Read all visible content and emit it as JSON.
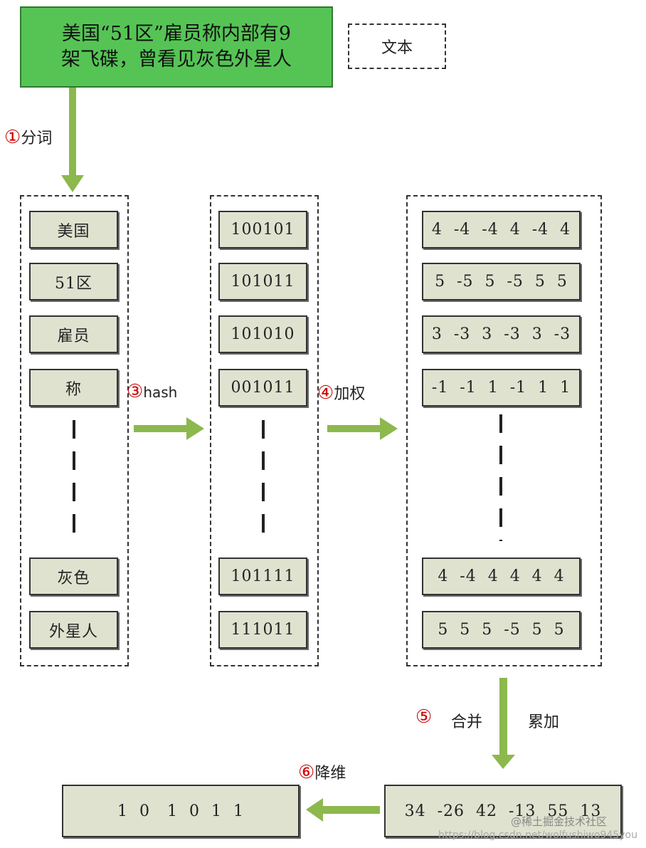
{
  "source_text": {
    "line1": "美国“51区”雇员称内部有9",
    "line2": "架飞碟，曾看见灰色外星人"
  },
  "text_tag": "文本",
  "steps": {
    "s1_num": "①",
    "s1_label": "分词",
    "s3_num": "③",
    "s3_label": "hash",
    "s4_num": "④",
    "s4_label": "加权",
    "s5_num": "⑤",
    "s5_label_a": "合并",
    "s5_label_b": "累加",
    "s6_num": "⑥",
    "s6_label": "降维"
  },
  "words": [
    "美国",
    "51区",
    "雇员",
    "称",
    "灰色",
    "外星人"
  ],
  "hashes": [
    "100101",
    "101011",
    "101010",
    "001011",
    "101111",
    "111011"
  ],
  "weighted": [
    "4  -4  -4  4  -4  4",
    "5  -5  5  -5  5  5",
    "3  -3  3  -3  3  -3",
    "-1  -1  1  -1  1  1",
    "4  -4  4  4  4  4",
    "5  5  5  -5  5  5"
  ],
  "merged": "34  -26  42  -13  55  13",
  "result": "1  0   1  0  1  1",
  "watermark": {
    "line1": "@稀土掘金技术社区",
    "line2": "https://blog.csdn.net/wolfushiwo945you"
  }
}
